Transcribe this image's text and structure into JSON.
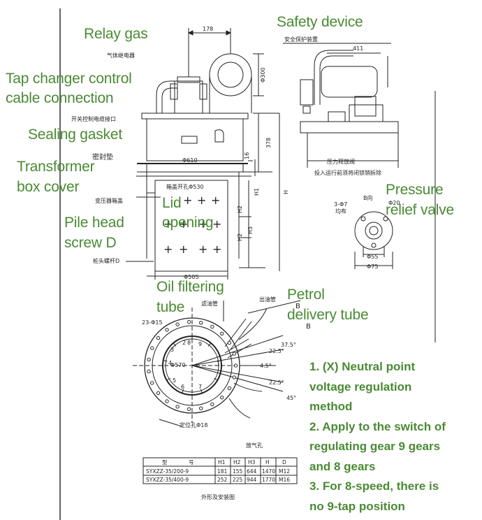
{
  "labels": {
    "relay_gas": "Relay gas",
    "safety_device": "Safety device",
    "tap_changer_1": "Tap changer control",
    "tap_changer_2": "cable connection",
    "sealing_gasket": "Sealing gasket",
    "transformer_1": "Transformer",
    "transformer_2": "box cover",
    "lid_1": "Lid",
    "lid_2": "opening",
    "pile_1": "Pile head",
    "pile_2": "screw D",
    "pressure_1": "Pressure",
    "pressure_2": "relief valve",
    "oil_1": "Oil filtering",
    "oil_2": "tube",
    "petrol_1": "Petrol",
    "petrol_2": "delivery tube"
  },
  "notes": {
    "n1a": "1. (X) Neutral point",
    "n1b": "voltage regulation",
    "n1c": "method",
    "n2a": "2. Apply to the switch of",
    "n2b": "regulating gear 9 gears",
    "n2c": "and 8 gears",
    "n3a": "3. For 8-speed, there is",
    "n3b": "no 9-tap position"
  },
  "drawing_text": {
    "cn_relay": "气体继电器",
    "cn_safety": "安全保护装置",
    "cn_release_valve": "压力释放阀",
    "cn_release_note": "投入运行前须将闭锁销拆除",
    "cn_cable": "开关控制电缆接口",
    "cn_gasket": "密封垫",
    "cn_cover": "变压器箱盖",
    "cn_lid_hole": "箱盖开孔Φ530",
    "cn_screw": "桩头螺杆D",
    "cn_filter": "滤油管",
    "cn_outlet": "出油管",
    "cn_locate": "定位孔Φ18",
    "cn_vent": "放气孔",
    "cn_title": "外形及安装图",
    "cn_holes_a": "3-Φ7",
    "cn_holes_b": "均布",
    "cn_bview": "B向",
    "dim_178": "178",
    "dim_411": "411",
    "dim_300": "Φ300",
    "dim_378": "378",
    "dim_16": "16",
    "dim_H": "H",
    "dim_H1": "H1",
    "dim_H2": "H2",
    "dim_H3": "H3",
    "dim_610": "Φ610",
    "dim_505": "Φ505",
    "dim_20": "Φ20",
    "dim_55": "Φ55",
    "dim_75": "Φ75",
    "dim_570": "Φ570",
    "dim_15": "23-Φ15",
    "ang_375": "37.5°",
    "ang_225a": "22.5°",
    "ang_45s": "4.5°",
    "ang_225b": "22.5°",
    "ang_45": "45°",
    "mark_B1": "B",
    "mark_B2": "B"
  },
  "dial_numbers": [
    "1",
    "2",
    "3",
    "4",
    "5",
    "6",
    "7",
    "8",
    "9"
  ],
  "spec_table": {
    "headers": [
      "型",
      "号",
      "H1",
      "H2",
      "H3",
      "H",
      "D"
    ],
    "rows": [
      [
        "SYXZZ-35/200-9",
        "181",
        "155",
        "644",
        "1470",
        "M12"
      ],
      [
        "SYXZZ-35/400-9",
        "252",
        "225",
        "944",
        "1770",
        "M16"
      ]
    ]
  }
}
